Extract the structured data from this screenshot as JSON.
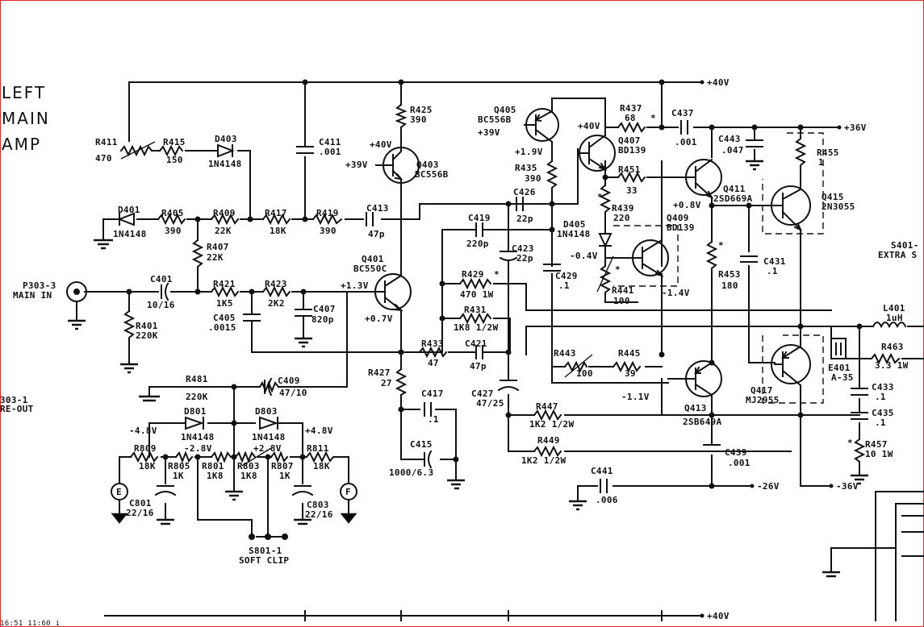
{
  "title_lines": [
    "LEFT",
    "MAIN",
    "AMP"
  ],
  "rails": {
    "pos40_top": "+40V",
    "pos36": "+36V",
    "neg26": "-26V",
    "neg36": "-36V",
    "pos40_bottom": "+40V"
  },
  "ports": {
    "main_in_id": "P303-3",
    "main_in_name": "MAIN IN",
    "pre_out_id": "303-1",
    "pre_out_name": "RE-OUT",
    "extra_id": "S401-",
    "extra_name": "EXTRA S"
  },
  "switch": {
    "id": "S801-1",
    "name": "SOFT CLIP"
  },
  "terminals": {
    "e": "E",
    "f": "F"
  },
  "components": {
    "r411": {
      "id": "R411",
      "value": "470"
    },
    "r415": {
      "id": "R415",
      "value": "150"
    },
    "d403": {
      "id": "D403",
      "value": "1N4148"
    },
    "c411": {
      "id": "C411",
      "value": ".001"
    },
    "r425": {
      "id": "R425",
      "value": "390"
    },
    "q403": {
      "id": "Q403",
      "value": "BC556B"
    },
    "q405": {
      "id": "Q405",
      "value": "BC556B"
    },
    "r437": {
      "id": "R437",
      "value": "68"
    },
    "c437": {
      "id": "C437",
      "value": ".001"
    },
    "c443": {
      "id": "C443",
      "value": ".047"
    },
    "r455": {
      "id": "R455",
      "value": "1"
    },
    "q407": {
      "id": "Q407",
      "value": "BD139"
    },
    "r435": {
      "id": "R435",
      "value": "390"
    },
    "r451": {
      "id": "R451",
      "value": "33"
    },
    "q411": {
      "id": "Q411",
      "value": "2SD669A"
    },
    "q415": {
      "id": "Q415",
      "value": "2N3055"
    },
    "d401": {
      "id": "D401",
      "value": "1N4148"
    },
    "r405": {
      "id": "R405",
      "value": "390"
    },
    "r409": {
      "id": "R409",
      "value": "22K"
    },
    "r417": {
      "id": "R417",
      "value": "18K"
    },
    "r419": {
      "id": "R419",
      "value": "390"
    },
    "c413": {
      "id": "C413",
      "value": "47p"
    },
    "c426": {
      "id": "C426",
      "value": "22p"
    },
    "r439": {
      "id": "R439",
      "value": "220"
    },
    "d405": {
      "id": "D405",
      "value": "1N4148"
    },
    "q409": {
      "id": "Q409",
      "value": "BD139"
    },
    "c419": {
      "id": "C419",
      "value": "220p"
    },
    "c423": {
      "id": "C423",
      "value": "22p"
    },
    "c429": {
      "id": "C429",
      "value": ".1"
    },
    "r407": {
      "id": "R407",
      "value": "22K"
    },
    "q401": {
      "id": "Q401",
      "value": "BC550C"
    },
    "c401": {
      "id": "C401",
      "value": "10/16"
    },
    "r421": {
      "id": "R421",
      "value": "1K5"
    },
    "r423": {
      "id": "R423",
      "value": "2K2"
    },
    "c405": {
      "id": "C405",
      "value": ".0015"
    },
    "c407": {
      "id": "C407",
      "value": "820p"
    },
    "r429": {
      "id": "R429",
      "value": "470 1W"
    },
    "r441": {
      "id": "R441",
      "value": "100"
    },
    "r453": {
      "id": "R453",
      "value": "180"
    },
    "c431": {
      "id": "C431",
      "value": ".1"
    },
    "r401": {
      "id": "R401",
      "value": "220K"
    },
    "r431": {
      "id": "R431",
      "value": "1K8 1/2W"
    },
    "l401": {
      "id": "L401",
      "value": "1uH"
    },
    "r463": {
      "id": "R463",
      "value": "3.3 1W"
    },
    "e401": {
      "id": "E401",
      "value": "A-35"
    },
    "r433": {
      "id": "R433",
      "value": "47"
    },
    "c421": {
      "id": "C421",
      "value": "47p"
    },
    "r443": {
      "id": "R443",
      "value": "100"
    },
    "r445": {
      "id": "R445",
      "value": "39"
    },
    "q417": {
      "id": "Q417",
      "value": "MJ2955"
    },
    "r427": {
      "id": "R427",
      "value": "27"
    },
    "r481": {
      "id": "R481",
      "value": "220K"
    },
    "c409": {
      "id": "C409",
      "value": "47/10"
    },
    "c417": {
      "id": "C417",
      "value": ".1"
    },
    "c427": {
      "id": "C427",
      "value": "47/25"
    },
    "q413": {
      "id": "Q413",
      "value": "2SB649A"
    },
    "c433": {
      "id": "C433",
      "value": ".1"
    },
    "c435": {
      "id": "C435",
      "value": ".1"
    },
    "r447": {
      "id": "R447",
      "value": "1K2 1/2W"
    },
    "d801": {
      "id": "D801",
      "value": "1N4148"
    },
    "d803": {
      "id": "D803",
      "value": "1N4148"
    },
    "r457": {
      "id": "R457",
      "value": "10 1W"
    },
    "c415": {
      "id": "C415",
      "value": "1000/6.3"
    },
    "r449": {
      "id": "R449",
      "value": "1K2 1/2W"
    },
    "c439": {
      "id": "C439",
      "value": ".001"
    },
    "c441": {
      "id": "C441",
      "value": ".006"
    },
    "r809": {
      "id": "R809",
      "value": "18K"
    },
    "r805": {
      "id": "R805",
      "value": "1K"
    },
    "r801": {
      "id": "R801",
      "value": "1K8"
    },
    "r803": {
      "id": "R803",
      "value": "1K8"
    },
    "r807": {
      "id": "R807",
      "value": "1K"
    },
    "r811": {
      "id": "R811",
      "value": "18K"
    },
    "c801": {
      "id": "C801",
      "value": "22/16"
    },
    "c803": {
      "id": "C803",
      "value": "22/16"
    }
  },
  "voltages": {
    "q403_e": "+40V",
    "q403_b": "+39V",
    "q405_e": "+39V",
    "q407_c": "+40V",
    "q405_c": "+1.9V",
    "q411_e": "+0.8V",
    "d405_k": "-0.4V",
    "q409_e": "-1.4V",
    "q401_b": "+1.3V",
    "q401_e": "+0.7V",
    "q413_b": "-1.1V",
    "d801_a": "-4.8V",
    "d803_k": "+4.8V",
    "r805_n": "-2.8V",
    "r807_n": "+2.8V"
  },
  "marks": {
    "star": "*",
    "q413_label": "Q413"
  },
  "status_fragment": "16:51  11:60 i"
}
